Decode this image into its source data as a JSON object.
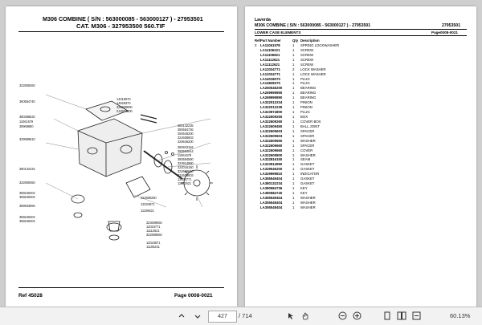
{
  "left_page": {
    "header_line1": "M306   COMBINE    ( S/N :   563000085 - 563000127 )  - 27953501",
    "header_line2": "CAT. M306 - 327953500 560.TIF",
    "footer_ref": "Ref   45028",
    "footer_page": "Page    0008-0021",
    "part_numbers": [
      "322809260",
      "14018070",
      "14828370",
      "322809800",
      "212974800",
      "360584740",
      "380388532",
      "11061579",
      "39969890",
      "380132235",
      "380584736",
      "250546200",
      "322609603",
      "329546200",
      "380843184",
      "380584644",
      "11061578",
      "380584590",
      "323914990",
      "222016150",
      "322609650",
      "322609603",
      "12034771",
      "11062621",
      "329999810",
      "380132234",
      "322809450",
      "322809250",
      "12034871",
      "11106821",
      "323609660",
      "12034771",
      "11112621",
      "322809660",
      "355549404",
      "355549404",
      "399933066",
      "355549404",
      "355549404",
      "12034871",
      "11105221"
    ]
  },
  "right_page": {
    "brand": "Laverda",
    "title": "M306   COMBINE    ( S/N :   563000085 - 563000127 )  - 27953501",
    "code": "27953501",
    "section": "LOWER CASE ELEMENTS",
    "page": "Page0008-0021",
    "col_headers": [
      "Ref.",
      "Part Number",
      "Qty",
      "Description"
    ],
    "rows": [
      [
        "3",
        "LA11061578",
        "1",
        "SPRING LOCKWASHER"
      ],
      [
        "",
        "LA11106221",
        "1",
        "SCREW"
      ],
      [
        "",
        "LA11106821",
        "1",
        "SCREW"
      ],
      [
        "",
        "LA11112621",
        "1",
        "SCREW"
      ],
      [
        "",
        "LA11112621",
        "1",
        "SCREW"
      ],
      [
        "",
        "LA12034771",
        "2",
        "LOCK WASHER"
      ],
      [
        "",
        "LA12034771",
        "1",
        "LOCK WASHER"
      ],
      [
        "",
        "LA14018070",
        "1",
        "PLUG"
      ],
      [
        "",
        "LA14828370",
        "1",
        "PLUG"
      ],
      [
        "",
        "LA250546200",
        "1",
        "BEARING"
      ],
      [
        "",
        "LA269999890",
        "1",
        "BEARING"
      ],
      [
        "",
        "LA269999890",
        "1",
        "BEARING"
      ],
      [
        "",
        "LA322012234",
        "1",
        "PINION"
      ],
      [
        "",
        "LA322012235",
        "1",
        "PINION"
      ],
      [
        "",
        "LA323974800",
        "1",
        "PLUG"
      ],
      [
        "",
        "LA322609250",
        "1",
        "BOX"
      ],
      [
        "",
        "LA322609260",
        "1",
        "COVER BOX"
      ],
      [
        "",
        "LA322609450",
        "1",
        "BALL JOINT"
      ],
      [
        "",
        "LA322609603",
        "1",
        "SPACER"
      ],
      [
        "",
        "LA322609603",
        "1",
        "SPACER"
      ],
      [
        "",
        "LA322609650",
        "1",
        "WASHER"
      ],
      [
        "",
        "LA322609660",
        "1",
        "SPACER"
      ],
      [
        "",
        "LA322609660",
        "1",
        "COVER"
      ],
      [
        "",
        "LA322609800",
        "1",
        "WASHER"
      ],
      [
        "",
        "LA322816150",
        "1",
        "SEAM"
      ],
      [
        "",
        "LA323914990",
        "1",
        "GASKET"
      ],
      [
        "",
        "LA329546200",
        "1",
        "GASKET"
      ],
      [
        "",
        "LA329999810",
        "1",
        "INDICATOR"
      ],
      [
        "",
        "LA355549404",
        "1",
        "GASKET"
      ],
      [
        "",
        "LA380132234",
        "1",
        "GASKET"
      ],
      [
        "",
        "LA380584736",
        "1",
        "KEY"
      ],
      [
        "",
        "LA380584740",
        "1",
        "KEY"
      ],
      [
        "",
        "LA355549404",
        "1",
        "WASHER"
      ],
      [
        "",
        "LA355549404",
        "1",
        "WASHER"
      ],
      [
        "",
        "LA355549404",
        "1",
        "WASHER"
      ]
    ]
  },
  "toolbar": {
    "current_page": "427",
    "total_pages": "/ 714",
    "zoom": "60.13%"
  }
}
